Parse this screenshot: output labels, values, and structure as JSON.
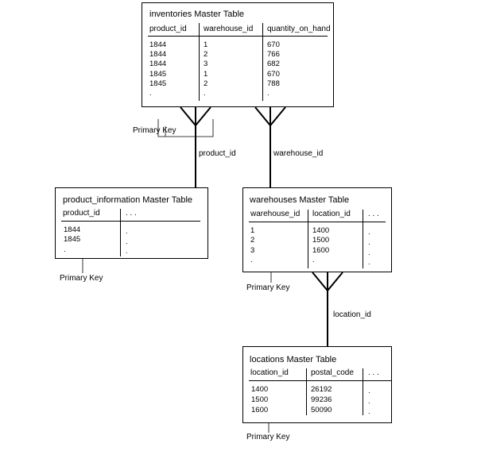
{
  "inventories": {
    "title": "inventories Master Table",
    "columns": [
      "product_id",
      "warehouse_id",
      "quantity_on_hand"
    ],
    "rows": [
      [
        "1844",
        "1",
        "670"
      ],
      [
        "1844",
        "2",
        "766"
      ],
      [
        "1844",
        "3",
        "682"
      ],
      [
        "1845",
        "1",
        "670"
      ],
      [
        "1845",
        "2",
        "788"
      ],
      [
        ".",
        ".",
        "."
      ]
    ]
  },
  "product_information": {
    "title": "product_information Master Table",
    "columns": [
      "product_id",
      ". . ."
    ],
    "rows": [
      [
        "1844",
        "."
      ],
      [
        "1845",
        "."
      ],
      [
        ".",
        "."
      ]
    ]
  },
  "warehouses": {
    "title": "warehouses Master Table",
    "columns": [
      "warehouse_id",
      "location_id",
      ". . ."
    ],
    "rows": [
      [
        "1",
        "1400",
        "."
      ],
      [
        "2",
        "1500",
        "."
      ],
      [
        "3",
        "1600",
        "."
      ],
      [
        ".",
        ".",
        "."
      ]
    ]
  },
  "locations": {
    "title": "locations Master Table",
    "columns": [
      "location_id",
      "postal_code",
      ". . ."
    ],
    "rows": [
      [
        "1400",
        "26192",
        "."
      ],
      [
        "1500",
        "99236",
        "."
      ],
      [
        "1600",
        "50090",
        "."
      ]
    ]
  },
  "connectors": {
    "product_id": "product_id",
    "warehouse_id": "warehouse_id",
    "location_id": "location_id"
  },
  "primary_key_labels": {
    "inventories": "Primary Key",
    "product_information": "Primary Key",
    "warehouses": "Primary Key",
    "locations": "Primary Key"
  }
}
